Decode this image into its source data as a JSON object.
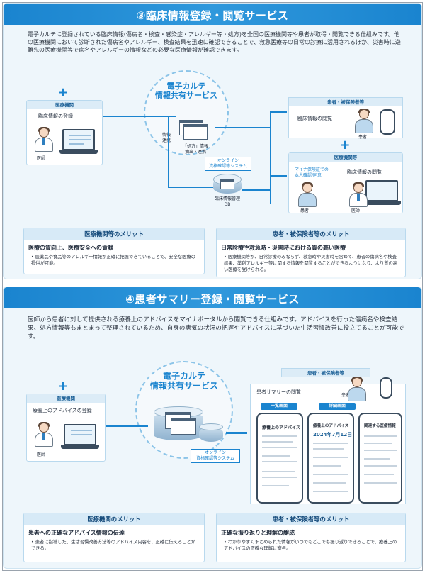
{
  "section1": {
    "title": "③臨床情報登録・閲覧サービス",
    "intro": "電子カルテに登録されている臨床情報(傷病名・検査・感染症・アレルギー等・処方)を全国の医療機関等や患者が取得・閲覧できる仕組みです。他の医療機関において診断された傷病名やアレルギー、検査結果を迅速に確認できることで、救急医療等の日常の診療に活用されるほか、災害時に避難先の医療機関等で病名やアレルギーの情報などの必要な医療情報が確認できます。",
    "hospital_head": "医療機関",
    "register_label": "臨床情報の登録",
    "doctor_label": "医師",
    "hub_title": "電子カルテ\n情報共有サービス",
    "info_link": "情報\n連携",
    "prescription_label": "「処方」情報\n抽出・連携",
    "portal_label": "オンライン\n資格確認等システム",
    "db_label": "臨床情報管理\nDB",
    "patient_head": "患者・被保険者等",
    "patient_view": "臨床情報の閲覧",
    "patient_label": "患者",
    "hospital2_head": "医療機関等",
    "mynumber_label": "マイナ保険証での\n本人確認/同意",
    "hospital2_view": "臨床情報の閲覧",
    "patient2_label": "患者",
    "doctor2_label": "医師",
    "merit_left_head": "医療機関等のメリット",
    "merit_left_title": "医療の質向上、医療安全への貢献",
    "merit_left_text": "医薬品や食品等のアレルギー情報が正確に把握できていることで、安全な医療の提供が可能。",
    "merit_right_head": "患者・被保険者等のメリット",
    "merit_right_title": "日常診療や救急時・災害時における質の高い医療",
    "merit_right_text": "医療機関等が、日常診療のみならず、救急時や災害時を含めて、患者の傷病名や検査結果、薬剤アレルギー等に関する情報を閲覧することができるようになり、より質の高い医療を受けられる。"
  },
  "section2": {
    "title": "④患者サマリー登録・閲覧サービス",
    "intro": "医師から患者に対して提供される療養上のアドバイスをマイナポータルから閲覧できる仕組みです。アドバイスを行った傷病名や検査結果、処方情報等もまとまって整理されているため、自身の病気の状況の把握やアドバイスに基づいた生活習慣改善に役立てることが可能です。",
    "hospital_head": "医療機関",
    "register_label": "療養上のアドバイスの登録",
    "doctor_label": "医師",
    "hub_title": "電子カルテ\n情報共有サービス",
    "portal_label": "オンライン\n資格確認等システム",
    "patient_head": "患者・被保険者等",
    "patient_view": "患者サマリーの閲覧",
    "patient_label": "患者",
    "list_pill": "一覧画面",
    "detail_pill": "詳細画面",
    "phone1_title": "療養上のアドバイス",
    "phone2_title": "療養上のアドバイス",
    "phone2_date": "2024年7月12日",
    "phone3_title": "関連する医療情報",
    "merit_left_head": "医療機関のメリット",
    "merit_left_title": "患者への正確なアドバイス情報の伝達",
    "merit_left_text": "患者に指導した、生活習慣改善方法等のアドバイス内容を、正確に伝えることができる。",
    "merit_right_head": "患者・被保険者等のメリット",
    "merit_right_title": "正確な振り返りと理解の醸成",
    "merit_right_text": "わかりやすくまとめられた情報がいつでもどこでも振り返りできることで、療養上のアドバイスの正確な理解に寄与。"
  },
  "colors": {
    "accent": "#1a84cf",
    "panel": "#eef6fb",
    "head": "#d7eaf7"
  },
  "icons": [
    "plus-icon",
    "doctor-icon",
    "laptop-icon",
    "database-icon",
    "document-icon",
    "house-icon",
    "phone-icon",
    "patient-icon",
    "arrow-icon"
  ]
}
